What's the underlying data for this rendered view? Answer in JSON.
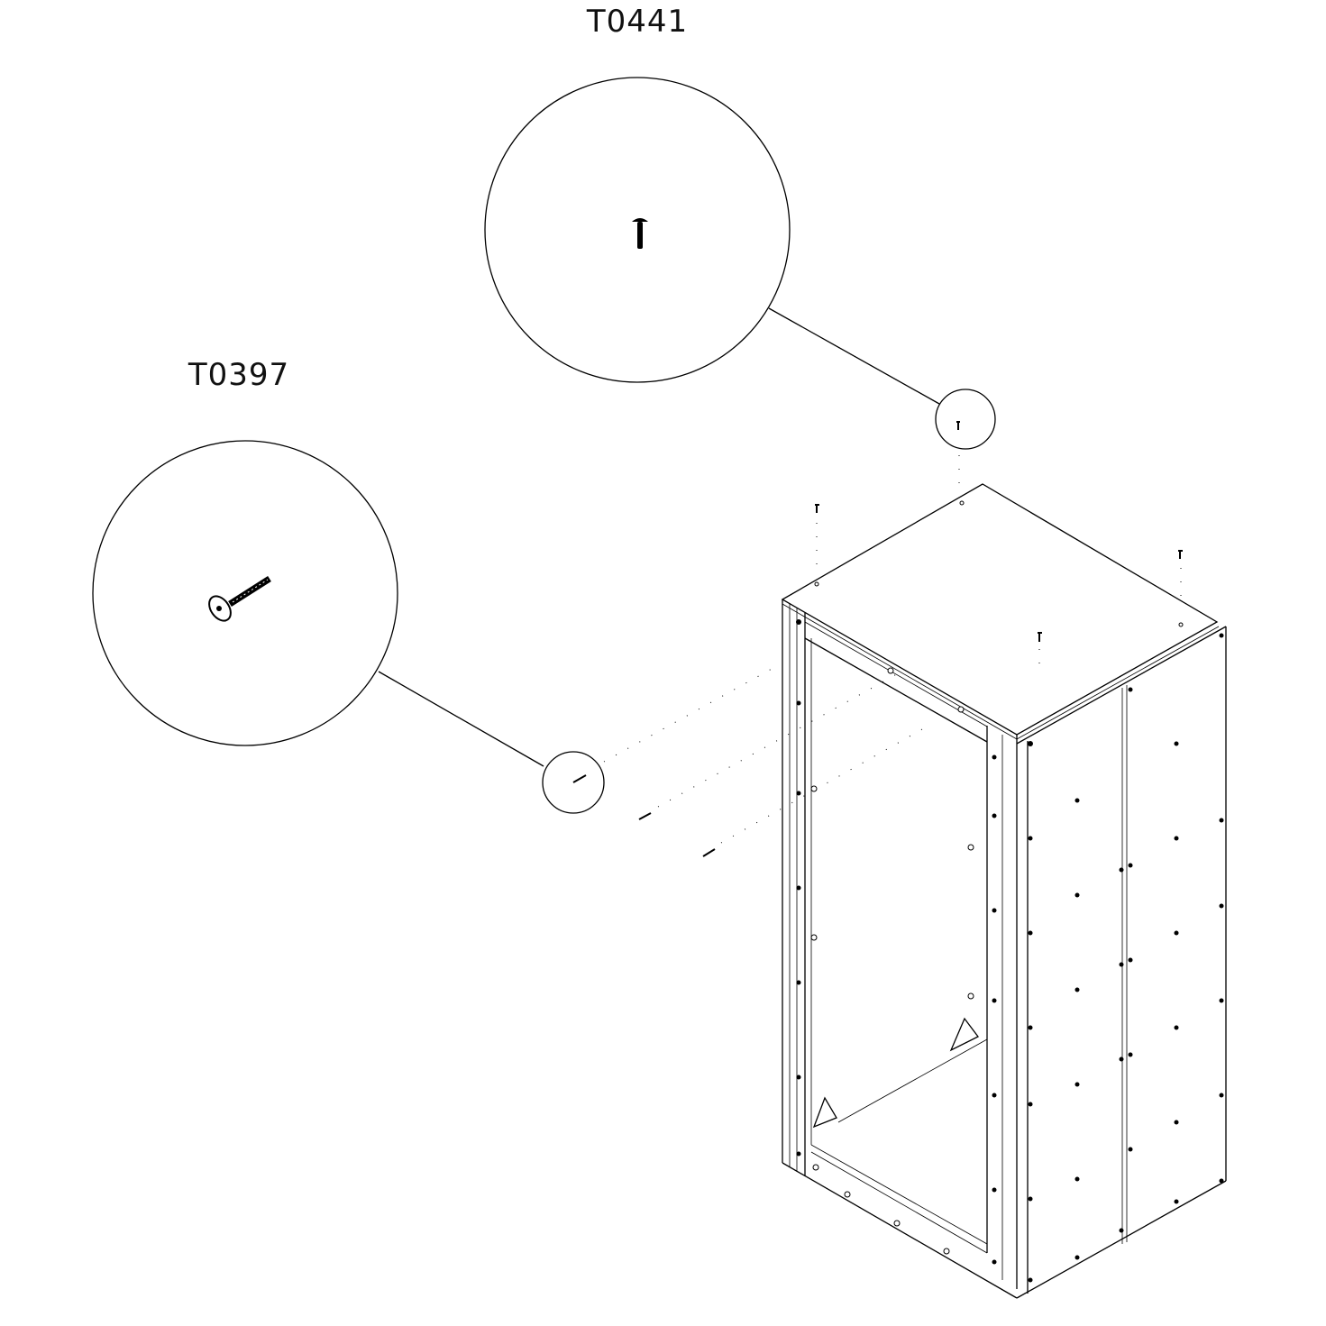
{
  "callouts": [
    {
      "part_code": "T0441",
      "part": "screw-vertical"
    },
    {
      "part_code": "T0397",
      "part": "connector-bolt"
    }
  ]
}
